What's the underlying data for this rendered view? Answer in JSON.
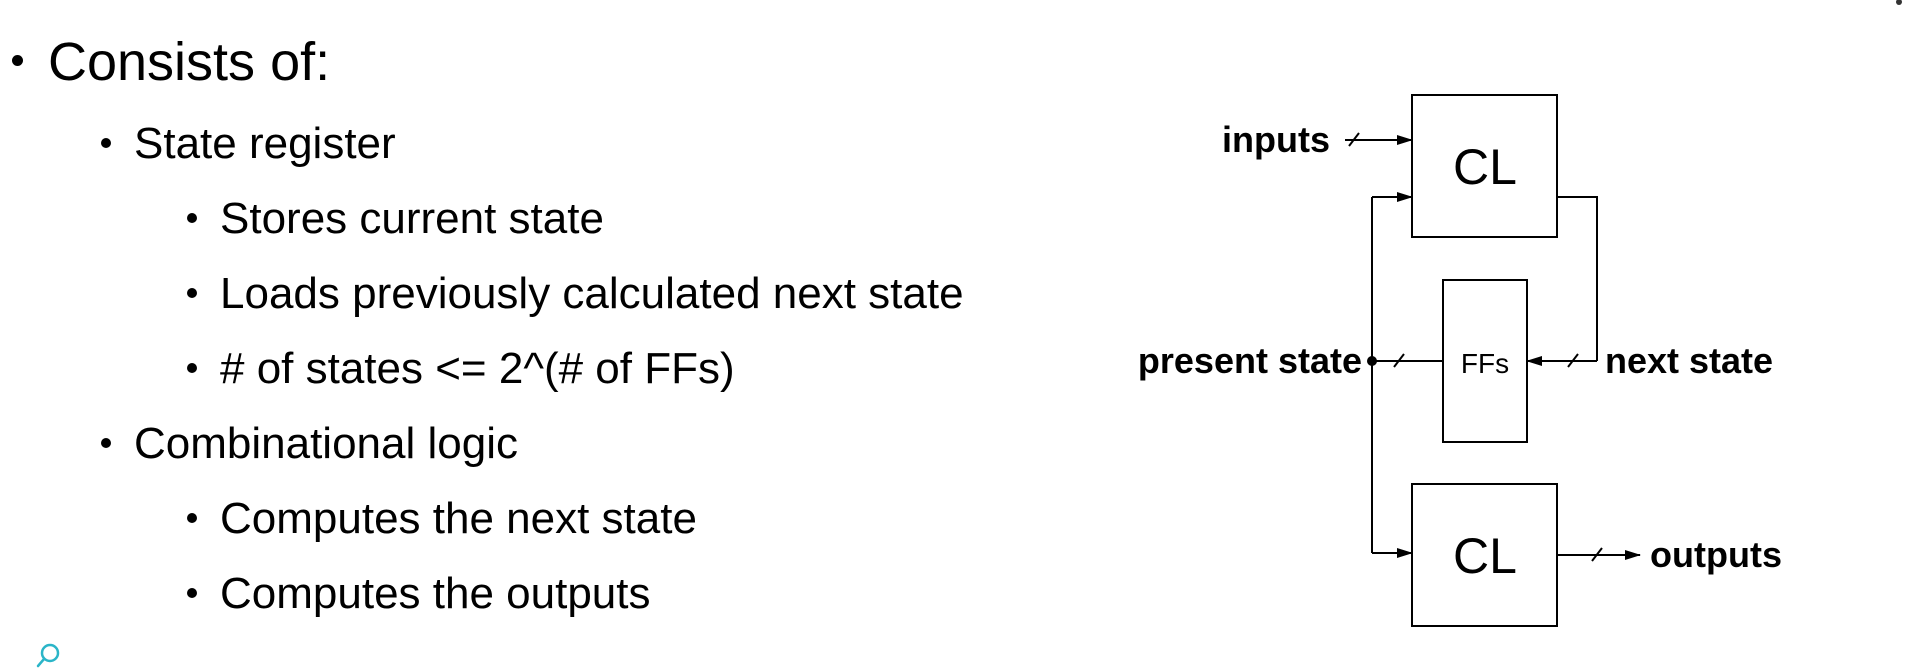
{
  "slide": {
    "bullets": {
      "consists_of": "Consists of:",
      "state_register": "State register",
      "stores_current_state": "Stores current state",
      "loads_previous": "Loads previously calculated next state",
      "num_states": "# of states <= 2^(# of FFs)",
      "combinational_logic": "Combinational logic",
      "computes_next_state": "Computes the next state",
      "computes_outputs": "Computes the outputs"
    }
  },
  "diagram": {
    "labels": {
      "inputs": "inputs",
      "present_state": "present state",
      "next_state": "next state",
      "outputs": "outputs"
    },
    "blocks": {
      "cl_top": "CL",
      "ffs": "FFs",
      "cl_bottom": "CL"
    }
  },
  "icons": {
    "bottom_left": "search-icon",
    "accent_color": "#2bb5c8"
  }
}
